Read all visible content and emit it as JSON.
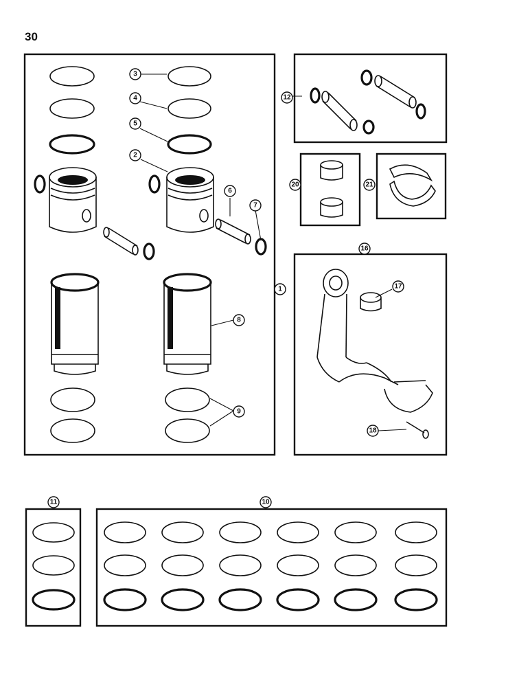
{
  "page": {
    "number": "30"
  },
  "callouts": [
    {
      "id": "c3",
      "label": "3"
    },
    {
      "id": "c4",
      "label": "4"
    },
    {
      "id": "c5",
      "label": "5"
    },
    {
      "id": "c2",
      "label": "2"
    },
    {
      "id": "c6",
      "label": "6"
    },
    {
      "id": "c7",
      "label": "7"
    },
    {
      "id": "c1",
      "label": "1"
    },
    {
      "id": "c8",
      "label": "8"
    },
    {
      "id": "c9",
      "label": "9"
    },
    {
      "id": "c12",
      "label": "12"
    },
    {
      "id": "c20",
      "label": "20"
    },
    {
      "id": "c21",
      "label": "21"
    },
    {
      "id": "c16",
      "label": "16"
    },
    {
      "id": "c17",
      "label": "17"
    },
    {
      "id": "c18",
      "label": "18"
    },
    {
      "id": "c11",
      "label": "11"
    },
    {
      "id": "c10",
      "label": "10"
    }
  ]
}
